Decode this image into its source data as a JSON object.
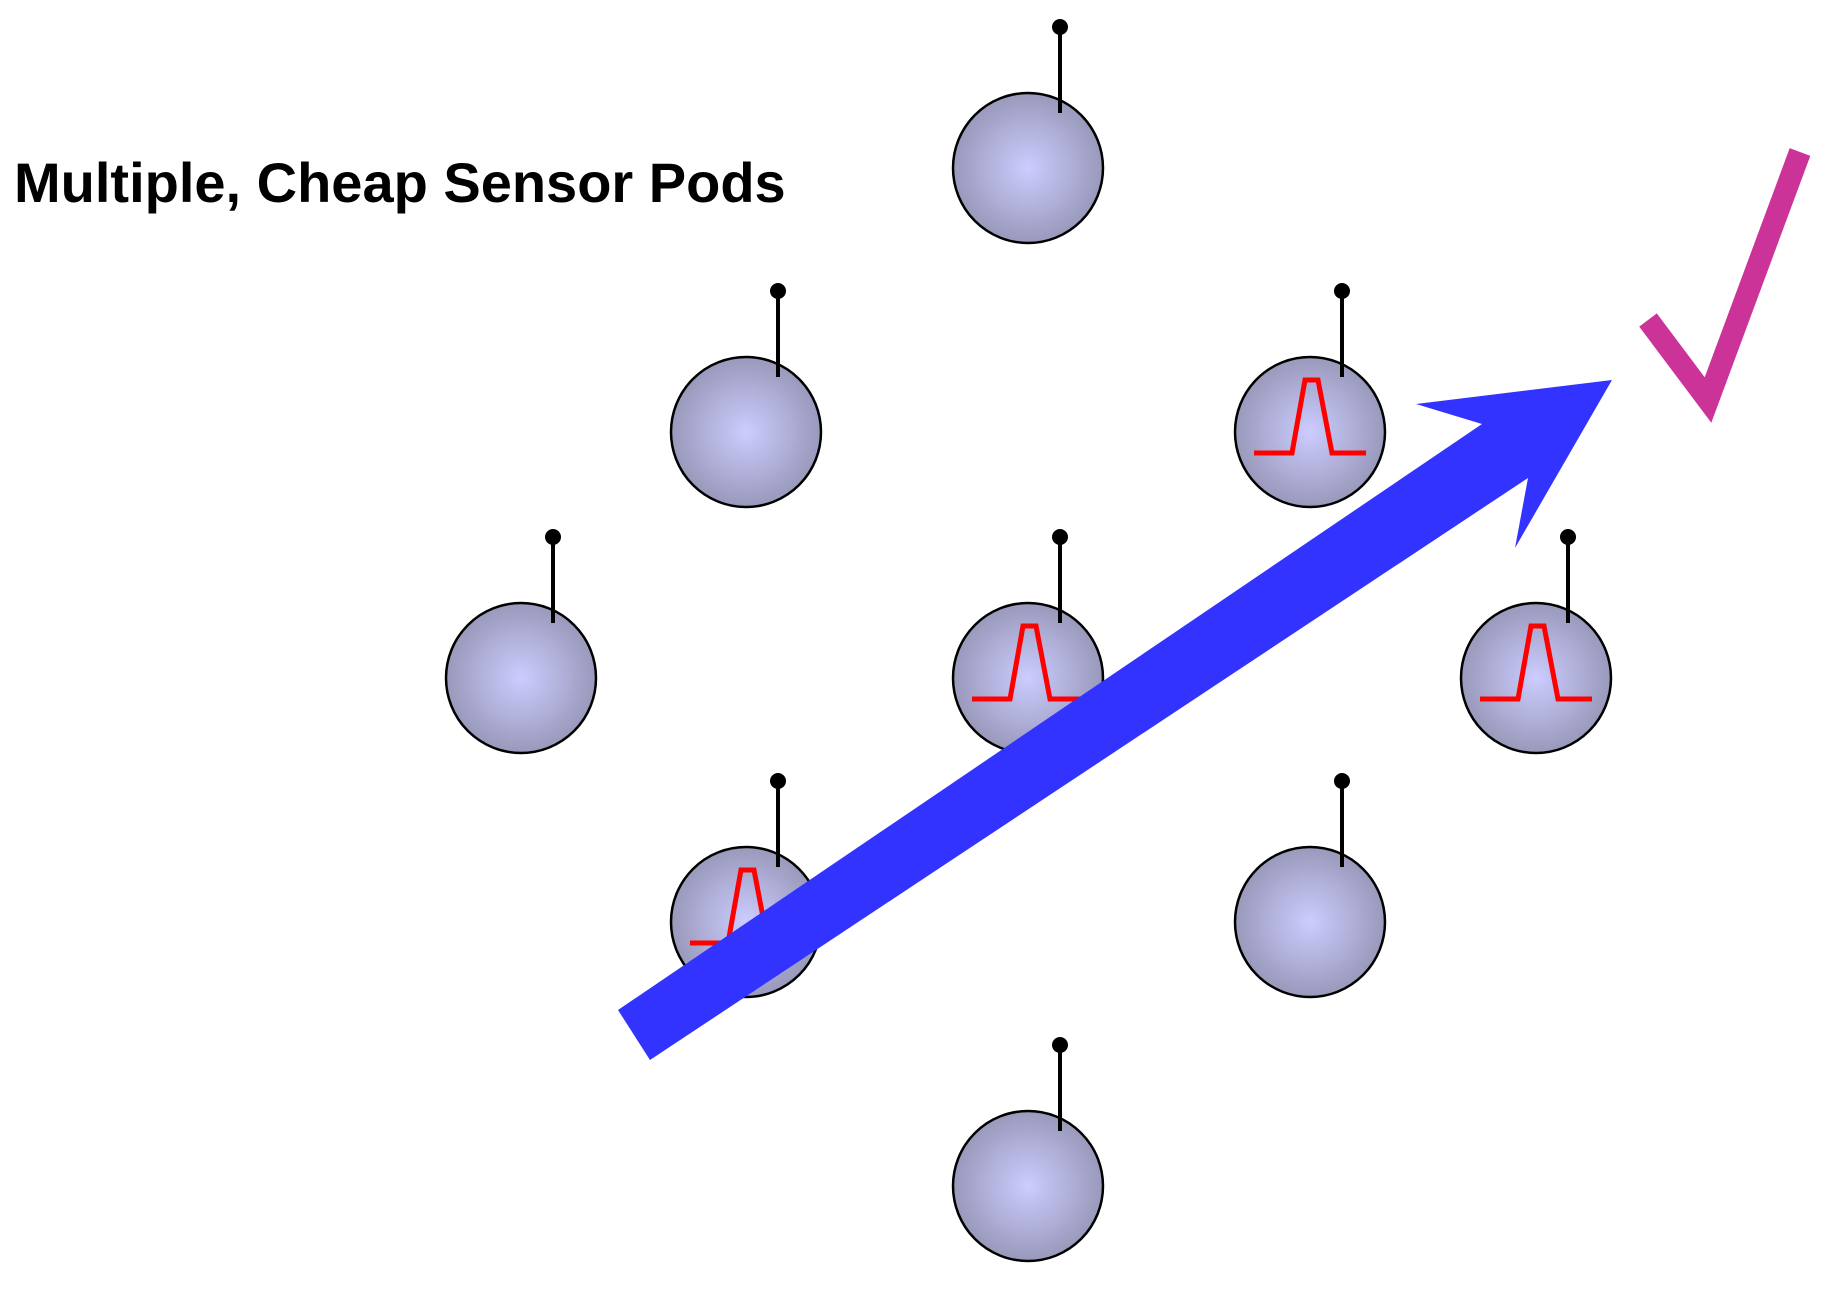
{
  "title": "Multiple, Cheap Sensor Pods",
  "colors": {
    "pod_fill_center": "#ccccff",
    "pod_fill_edge": "#9999bb",
    "pod_outline": "#000000",
    "antenna": "#000000",
    "signal_pulse": "#ff0000",
    "arrow": "#3333ff",
    "checkmark": "#cc3399"
  },
  "icons": {
    "pod": "sensor-pod-icon",
    "antenna": "antenna-icon",
    "pulse": "signal-pulse-icon",
    "arrow": "trajectory-arrow",
    "check": "checkmark-icon"
  },
  "pods": [
    {
      "id": "pod-top",
      "detecting": false
    },
    {
      "id": "pod-upper-left",
      "detecting": false
    },
    {
      "id": "pod-upper-right",
      "detecting": true
    },
    {
      "id": "pod-middle-left",
      "detecting": false
    },
    {
      "id": "pod-center",
      "detecting": true
    },
    {
      "id": "pod-middle-right",
      "detecting": true
    },
    {
      "id": "pod-lower-left",
      "detecting": true
    },
    {
      "id": "pod-lower-right",
      "detecting": false
    },
    {
      "id": "pod-bottom",
      "detecting": false
    }
  ]
}
